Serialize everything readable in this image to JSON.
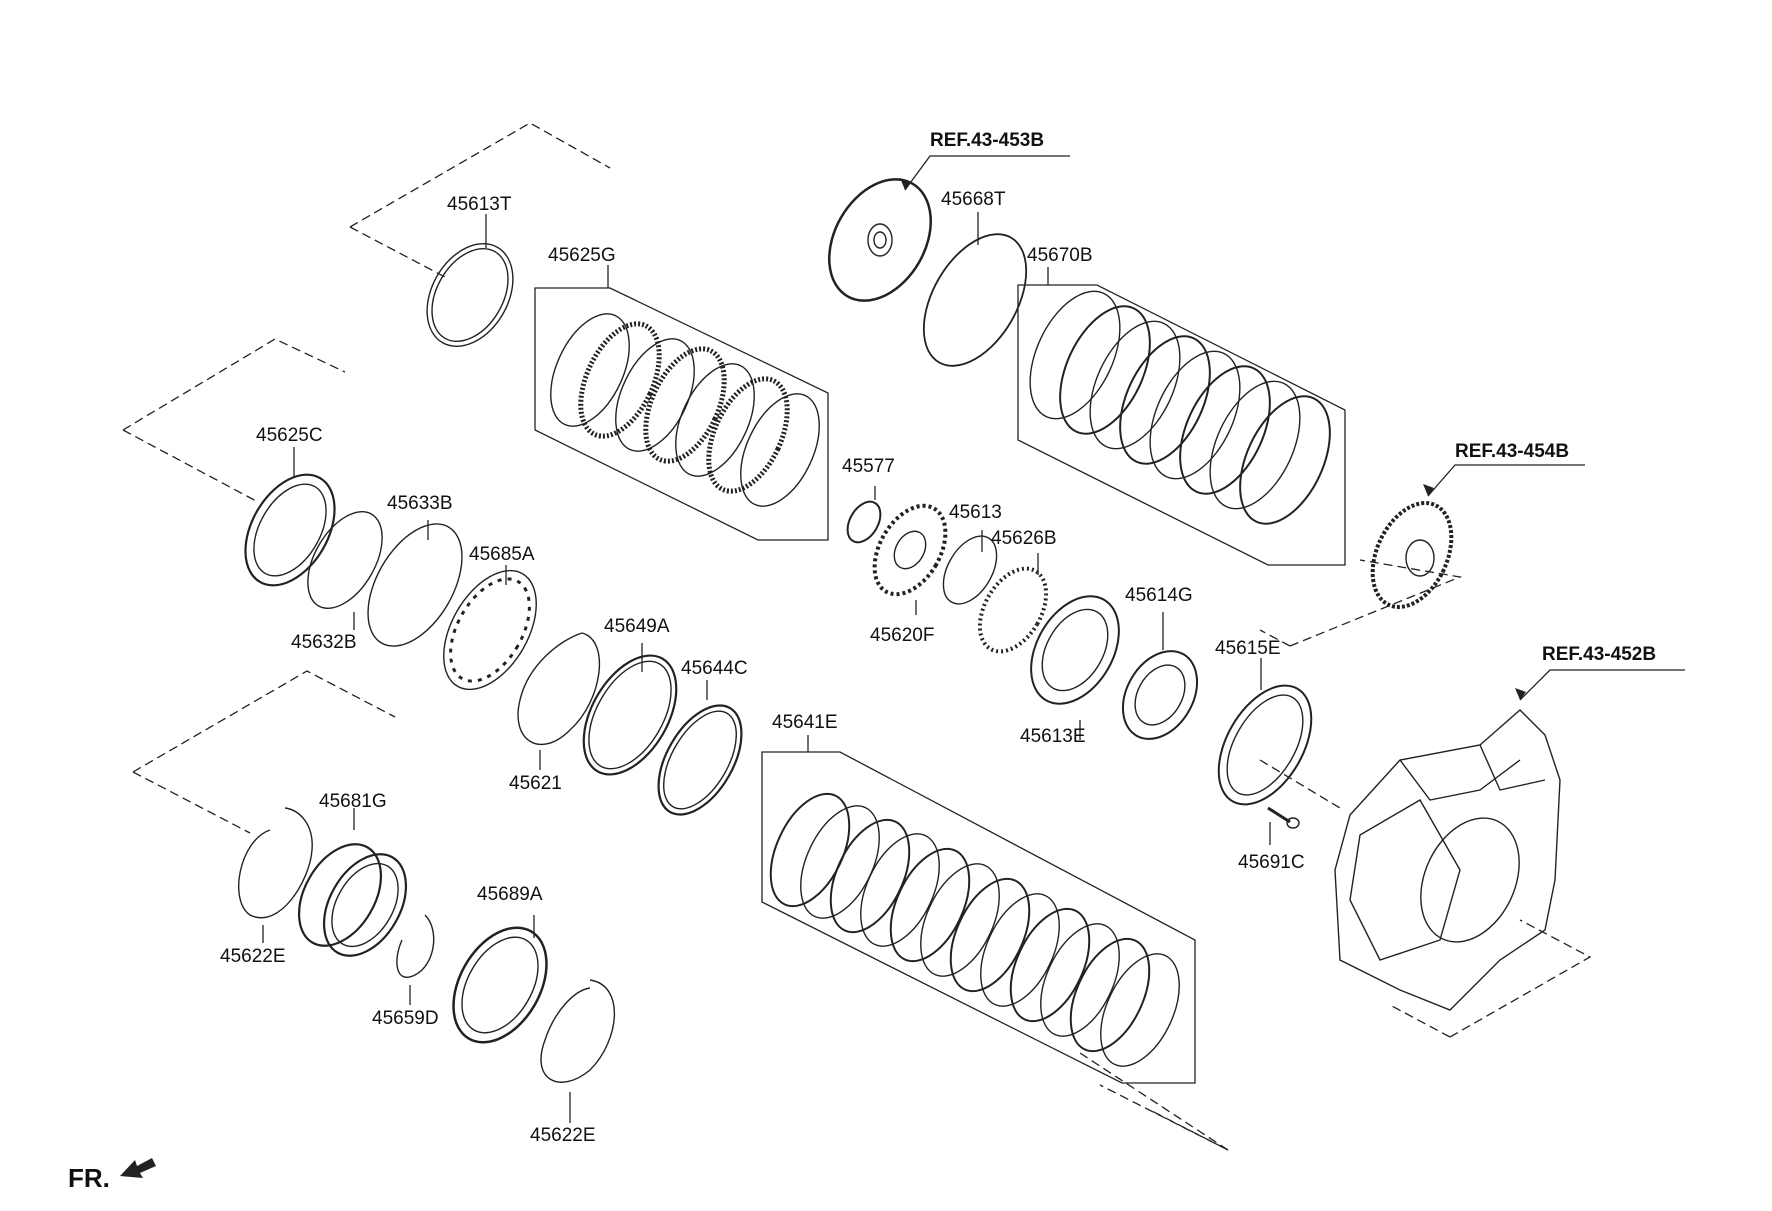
{
  "labels": {
    "p45613T": "45613T",
    "p45625G": "45625G",
    "p45625C": "45625C",
    "p45633B": "45633B",
    "p45685A": "45685A",
    "p45632B": "45632B",
    "p45649A": "45649A",
    "p45644C": "45644C",
    "p45621": "45621",
    "p45681G": "45681G",
    "p45622E_a": "45622E",
    "p45689A": "45689A",
    "p45659D": "45659D",
    "p45622E_b": "45622E",
    "p45641E": "45641E",
    "p45577": "45577",
    "p45613": "45613",
    "p45626B": "45626B",
    "p45620F": "45620F",
    "p45613E": "45613E",
    "p45614G": "45614G",
    "p45615E": "45615E",
    "p45691C": "45691C",
    "p45668T": "45668T",
    "p45670B": "45670B"
  },
  "refs": {
    "ref453B": "REF.43-453B",
    "ref454B": "REF.43-454B",
    "ref452B": "REF.43-452B"
  },
  "direction": {
    "fr": "FR."
  }
}
